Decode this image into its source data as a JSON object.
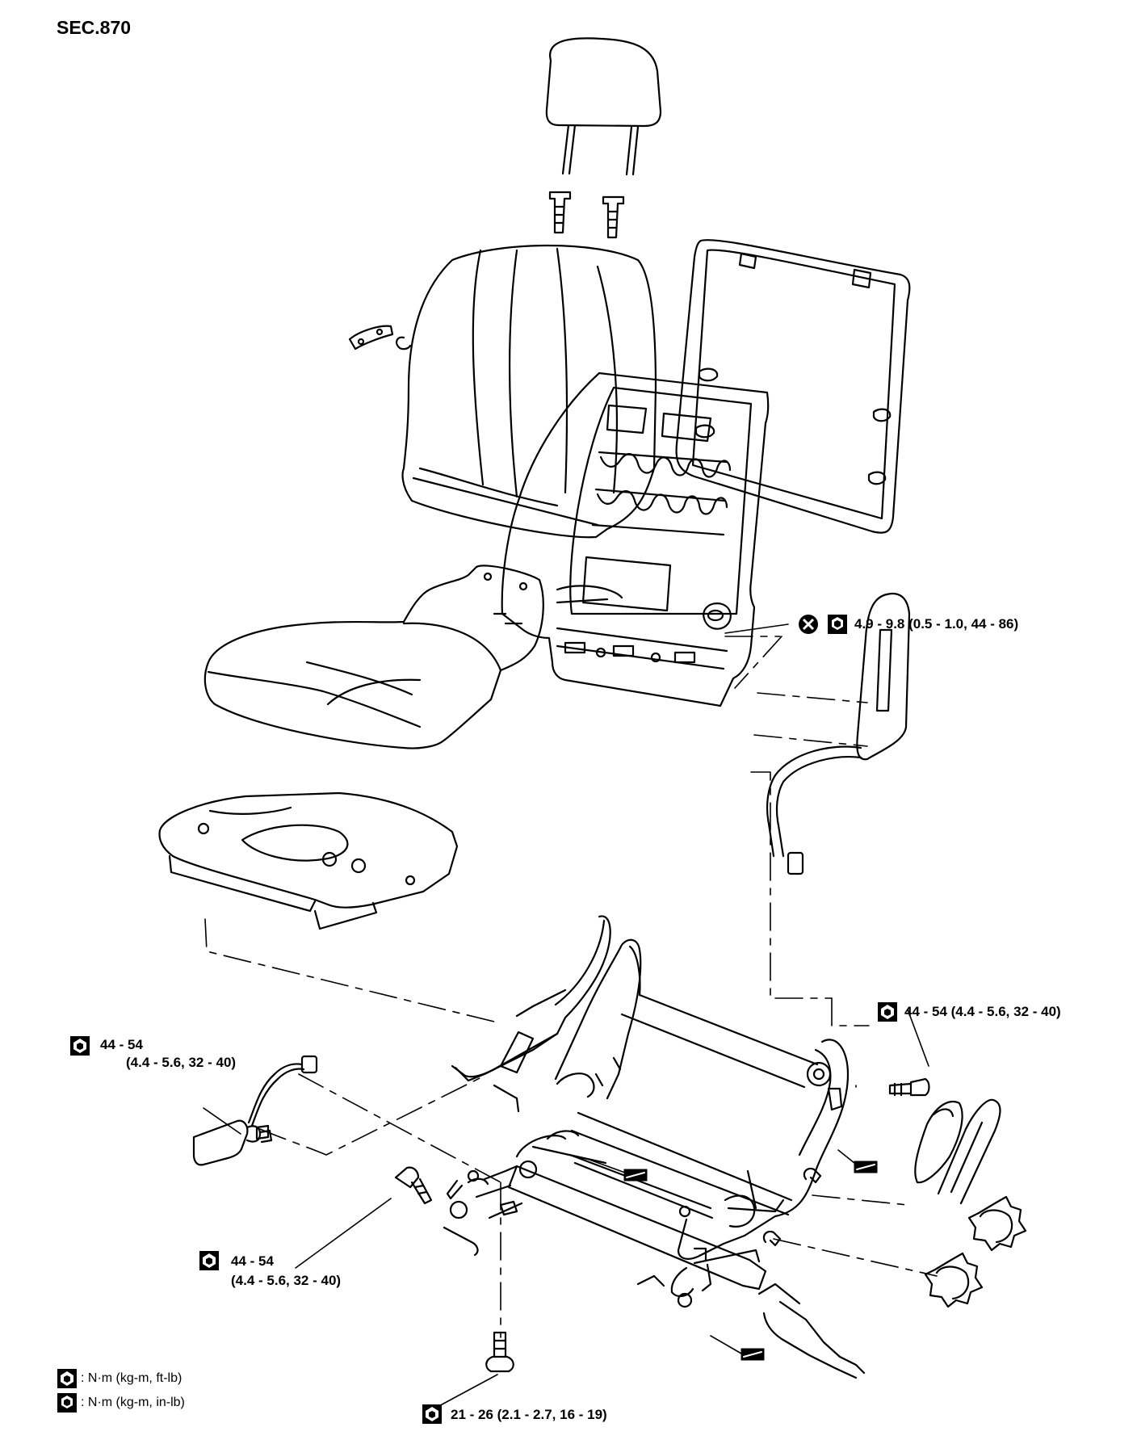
{
  "section": "SEC.870",
  "torque_labels": {
    "nut_back_frame": "4.9 - 9.8 (0.5 - 1.0, 44 - 86)",
    "bolt_right_upper": "44 - 54 (4.4 - 5.6, 32 - 40)",
    "bolt_left_value": "44 - 54",
    "bolt_left_detail": "(4.4 - 5.6, 32 - 40)",
    "bolt_lower_value": "44 - 54",
    "bolt_lower_detail": "(4.4 - 5.6, 32 - 40)",
    "bolt_bottom": "21 - 26 (2.1 - 2.7, 16 - 19)"
  },
  "legend": {
    "standard": ": N·m (kg-m, ft-lb)",
    "small": ": N·m (kg-m, in-lb)"
  },
  "icons": [
    "torque-wrench-icon",
    "torque-wrench-small-icon",
    "do-not-reuse-icon",
    "grease-icon"
  ],
  "colors": {
    "line": "#000000",
    "background": "#ffffff"
  }
}
